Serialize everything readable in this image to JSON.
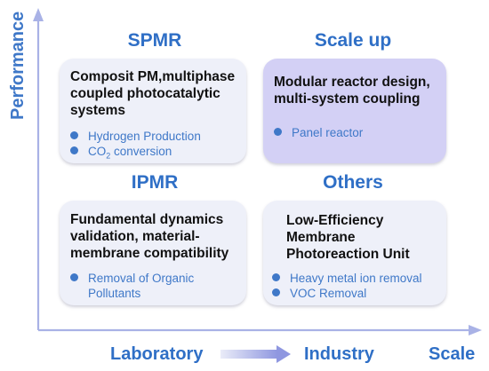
{
  "axes": {
    "y_label": "Performance",
    "x_start_label": "Laboratory",
    "x_end_label": "Industry",
    "x_axis_label": "Scale"
  },
  "quadrants": {
    "spmr": {
      "title": "SPMR",
      "heading": "Composit PM,multiphase coupled photocatalytic systems",
      "bullets": [
        "Hydrogen Production",
        "conversion"
      ],
      "co2_prefix": "CO",
      "co2_sub": "2"
    },
    "scale_up": {
      "title": "Scale up",
      "heading": "Modular reactor design, multi-system coupling",
      "bullets": [
        "Panel reactor"
      ]
    },
    "ipmr": {
      "title": "IPMR",
      "heading": "Fundamental dynamics validation, material-membrane compatibility",
      "bullets": [
        "Removal of Organic Pollutants"
      ]
    },
    "others": {
      "title": "Others",
      "heading": "Low-Efficiency Membrane Photoreaction Unit",
      "bullets": [
        "Heavy metal ion removal",
        "VOC Removal"
      ]
    }
  },
  "colors": {
    "accent": "#2f6fc6",
    "bullet": "#3f78c8",
    "card_light": "#eef0f9",
    "card_highlight": "#d3d0f5",
    "axis": "#a9b2e6"
  }
}
